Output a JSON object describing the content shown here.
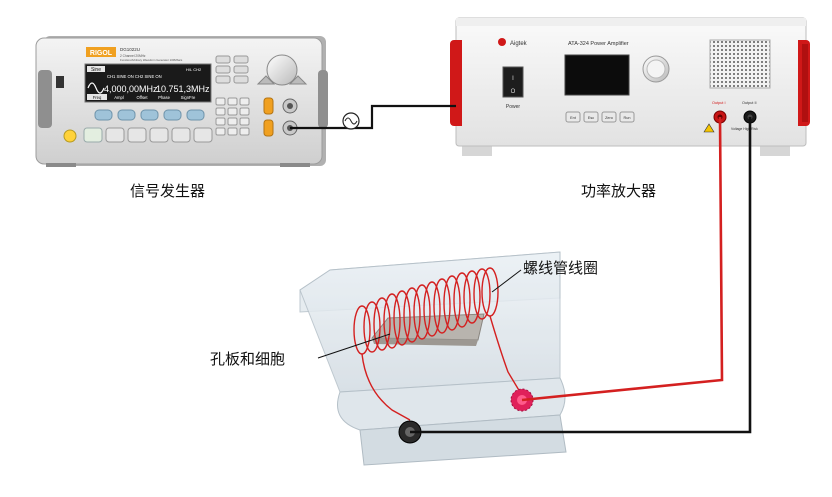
{
  "captions": {
    "signal_generator": "信号发生器",
    "power_amplifier": "功率放大器",
    "coil": "螺线管线圈",
    "plate_cells": "孔板和细胞"
  },
  "signal_generator": {
    "brand": "RIGOL",
    "model": "DG1022U",
    "desc_line1": "2 Channel   20MHz",
    "desc_line2": "Function/Arbitrary Waveform Generator   100MSa/s",
    "wave_label": "Sine",
    "ch_status": "CH1 SINE    ON   CH2 SINE    ON",
    "freq_ch1": "4,000,00MHz",
    "freq_ch2": "10.751,3MHz",
    "softkeys": [
      "Freq",
      "Ampl",
      "Offset",
      "Phase",
      "SignFre"
    ],
    "top_right_tag": "H/L CH2"
  },
  "power_amplifier": {
    "brand": "Aigtek",
    "model_label": "ATA-324    Power Amplifier",
    "power_label": "Power",
    "switch_on": "I",
    "switch_off": "O",
    "front_buttons": [
      "Ent",
      "Esc",
      "Zero",
      "Run"
    ],
    "output_label_1": "Output I",
    "output_label_2": "Output II",
    "warning_text": "Voltage High Risk"
  },
  "colors": {
    "red_wire": "#d42020",
    "black_wire": "#111111",
    "amp_accent": "#d01818"
  }
}
